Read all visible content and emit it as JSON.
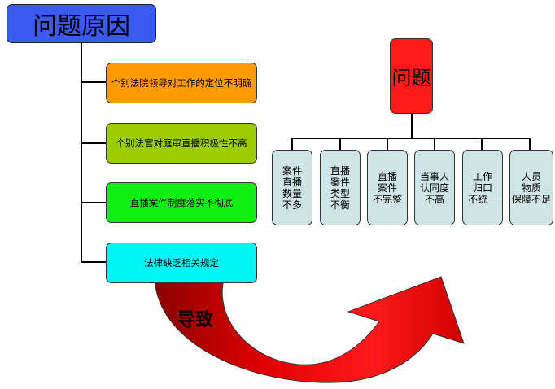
{
  "title": "问题原因",
  "causes": [
    {
      "label": "个别法院领导对工作的定位不明确",
      "color": "#ff9a00"
    },
    {
      "label": "个别法官对庭审直播积极性不高",
      "color": "#9ccd00"
    },
    {
      "label": "直播案件制度落实不彻底",
      "color": "#11ee11"
    },
    {
      "label": "法律缺乏相关规定",
      "color": "#00f5f5"
    }
  ],
  "problem": {
    "label": "问题",
    "color": "#ff1a1a"
  },
  "sub_problems": [
    {
      "label": "案件\n直播\n数量\n不多"
    },
    {
      "label": "直播\n案件\n类型\n不衡"
    },
    {
      "label": "直播\n案件\n不完整"
    },
    {
      "label": "当事人\n认同度\n不高"
    },
    {
      "label": "工作\n归口\n不统一"
    },
    {
      "label": "人员\n物质\n保障不足"
    }
  ],
  "arrow": {
    "label": "导致",
    "color": "#cc0000"
  }
}
